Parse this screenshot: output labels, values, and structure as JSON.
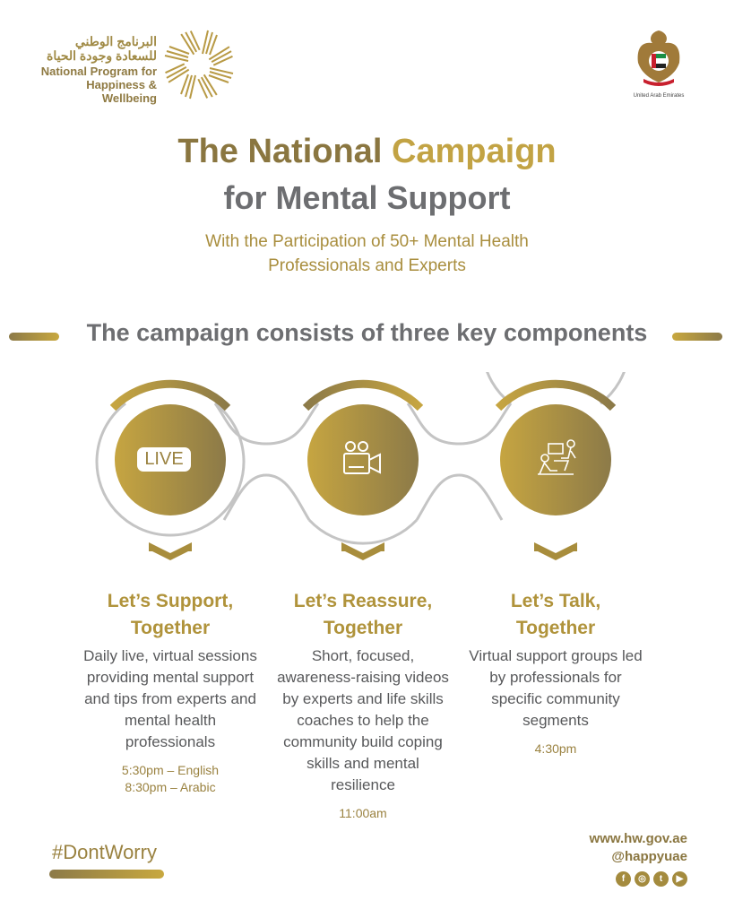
{
  "header": {
    "program_logo_arabic": "البرنامج الوطني للسعادة وجودة الحياة",
    "program_logo_english": [
      "National Program for",
      "Happiness & Wellbeing"
    ],
    "emblem_caption": "United Arab Emirates"
  },
  "title": {
    "line1_part1": "The National ",
    "line1_part2": "Campaign",
    "line2": "for Mental Support",
    "subtitle_line1": "With the Participation of 50+ Mental Health",
    "subtitle_line2": "Professionals and Experts"
  },
  "components_heading": "The campaign consists of three key components",
  "components": [
    {
      "icon": "live-icon",
      "icon_text": "LIVE",
      "title1": "Let’s Support,",
      "title2": "Together",
      "description": "Daily live, virtual sessions providing mental support and tips from experts and mental health professionals",
      "times": [
        "5:30pm – English",
        "8:30pm – Arabic"
      ]
    },
    {
      "icon": "video-camera-icon",
      "title1": "Let’s Reassure,",
      "title2": "Together",
      "description": "Short, focused, awareness-raising videos by experts and life skills coaches to help the community build coping skills and mental resilience",
      "times": [
        "11:00am"
      ]
    },
    {
      "icon": "group-talk-icon",
      "title1": "Let’s Talk,",
      "title2": "Together",
      "description": "Virtual support groups led by professionals for specific community segments",
      "times": [
        "4:30pm"
      ]
    }
  ],
  "footer": {
    "hashtag": "#DontWorry",
    "website": "www.hw.gov.ae",
    "handle": "@happyuae",
    "social_icons": [
      "facebook-icon",
      "instagram-icon",
      "twitter-icon",
      "youtube-icon"
    ]
  },
  "colors": {
    "gold": "#b0933b",
    "dark_gold": "#8a7640",
    "gray": "#6d6e71"
  }
}
